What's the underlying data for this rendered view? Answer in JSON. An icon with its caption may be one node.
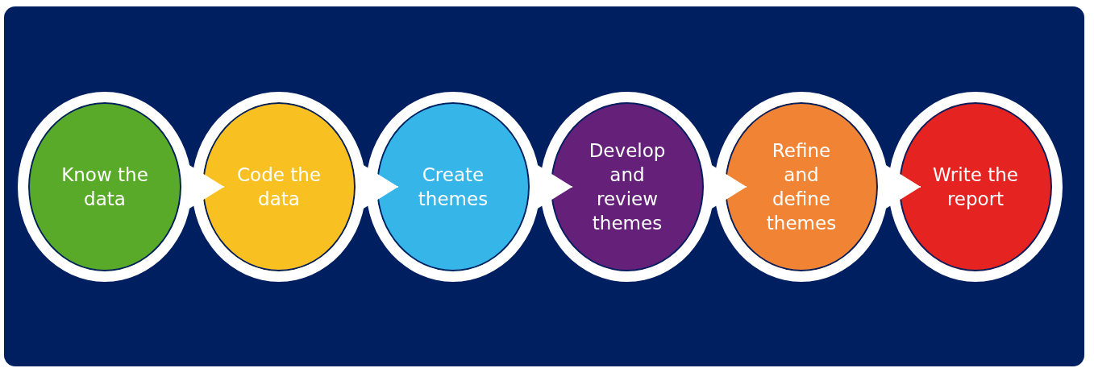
{
  "diagram": {
    "nodes": [
      {
        "text": [
          "Know the data"
        ]
      },
      {
        "text": [
          "Code the data"
        ]
      },
      {
        "text": [
          "Create themes"
        ]
      },
      {
        "text": [
          "Develop and review themes"
        ]
      },
      {
        "text": [
          "Refine and define themes"
        ]
      },
      {
        "text": [
          "Write the report"
        ]
      }
    ],
    "edges": [
      {
        "from": 0,
        "to": 1,
        "arrow": "to"
      },
      {
        "from": 1,
        "to": 2,
        "arrow": "to"
      },
      {
        "from": 2,
        "to": 3,
        "arrow": "to"
      },
      {
        "from": 3,
        "to": 4,
        "arrow": "to"
      },
      {
        "from": 4,
        "to": 5,
        "arrow": "to"
      }
    ]
  }
}
